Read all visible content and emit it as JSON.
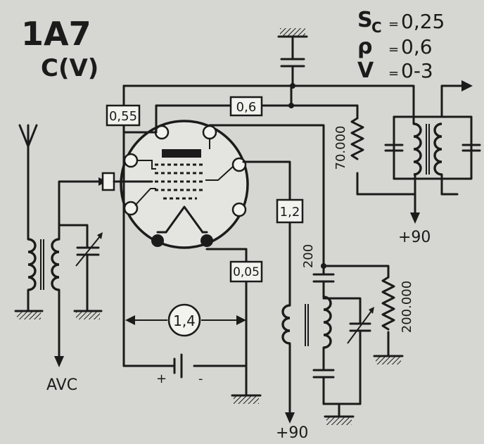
{
  "tube": {
    "type": "1A7",
    "function": "C(V)"
  },
  "specs": [
    {
      "symbol": "S",
      "sub": "C",
      "eq": "=",
      "value": "0,25"
    },
    {
      "symbol": "ρ",
      "sub": "",
      "eq": "=",
      "value": "0,6"
    },
    {
      "symbol": "V",
      "sub": "",
      "eq": "=",
      "value": "0-3"
    }
  ],
  "labels": {
    "r_screen": "0,55",
    "r_plate": "0,6",
    "r_grid_osc": "1,2",
    "r_cathode": "0,05",
    "filament": "1,4",
    "load_res": "70.000",
    "grid_cap": "200",
    "grid_leak": "200.000",
    "supply_plate": "+90",
    "supply_osc": "+90",
    "avc": "AVC",
    "batt_plus": "+",
    "batt_minus": "-"
  }
}
